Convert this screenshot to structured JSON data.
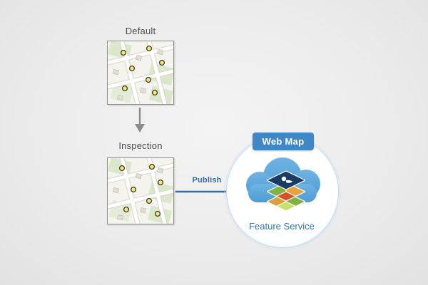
{
  "diagram": {
    "title_hidden": "",
    "default_label": "Default",
    "inspection_label": "Inspection",
    "publish_label": "Publish",
    "web_map_label": "Web Map",
    "feature_service_label": "Feature Service",
    "colors": {
      "accent_blue": "#3f88c5",
      "cloud_blue": "#58a3da",
      "publish_blue": "#2e6da4",
      "arrow_gray": "#8c8c8c",
      "marker_yellow": "#f9e76e",
      "background": "#ececec"
    }
  }
}
